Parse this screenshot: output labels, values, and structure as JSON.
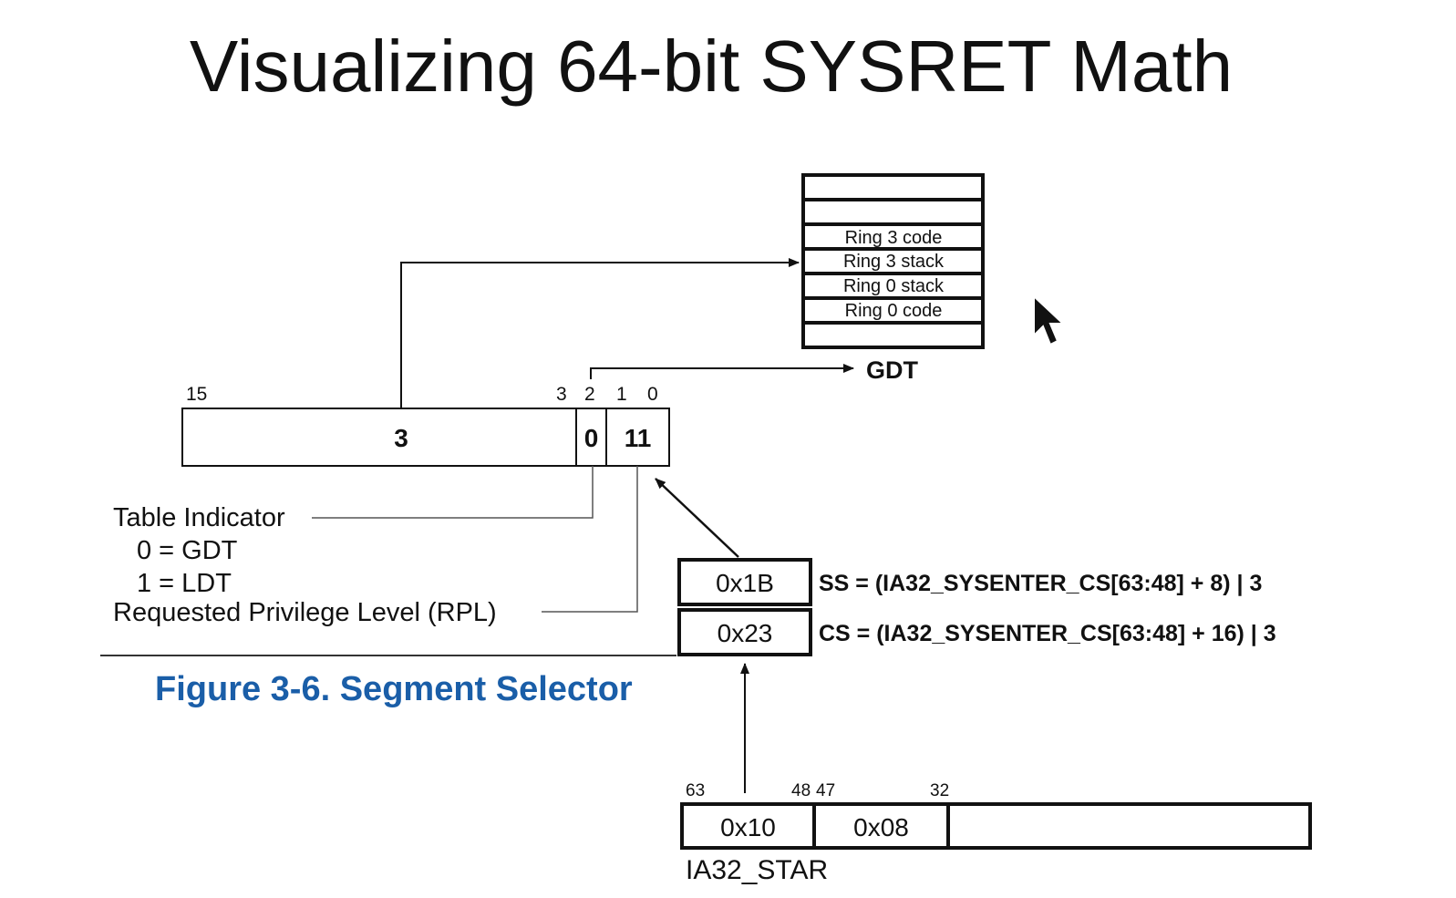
{
  "title": "Visualizing 64-bit SYSRET Math",
  "gdt": {
    "label": "GDT",
    "rows": [
      "",
      "",
      "Ring 3 code",
      "Ring 3 stack",
      "Ring 0 stack",
      "Ring 0 code",
      ""
    ]
  },
  "selector": {
    "bit_labels": {
      "b15": "15",
      "b3": "3",
      "b2": "2",
      "b1": "1",
      "b0": "0"
    },
    "index_value": "3",
    "ti_value": "0",
    "rpl_value": "11"
  },
  "legend": {
    "table_indicator": "Table Indicator",
    "ti_gdt": "0 = GDT",
    "ti_ldt": "1 = LDT",
    "rpl": "Requested Privilege Level (RPL)"
  },
  "figure_caption": "Figure 3-6.  Segment Selector",
  "computed": {
    "ss_value": "0x1B",
    "ss_formula": "SS = (IA32_SYSENTER_CS[63:48] + 8) | 3",
    "cs_value": "0x23",
    "cs_formula": "CS = (IA32_SYSENTER_CS[63:48] + 16) | 3"
  },
  "star": {
    "bit_labels": {
      "b63": "63",
      "b48": "48",
      "b47": "47",
      "b32": "32"
    },
    "field_63_48": "0x10",
    "field_47_32": "0x08",
    "name": "IA32_STAR"
  }
}
